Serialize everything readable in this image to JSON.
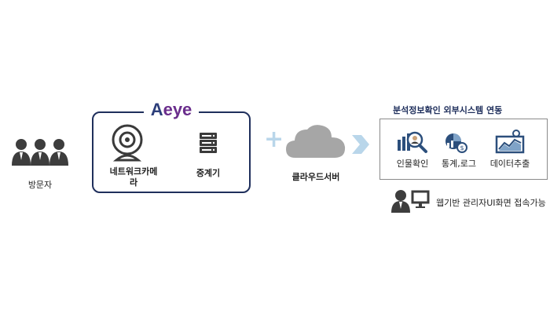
{
  "visitors": {
    "label": "방문자"
  },
  "device_box": {
    "logo_a": "A",
    "logo_text": "eye",
    "camera_label": "네트워크카메라",
    "relay_label": "중계기"
  },
  "plus_symbol": "+",
  "cloud": {
    "label": "클라우드서버"
  },
  "external": {
    "title": "분석정보확인 외부시스템 연동",
    "items": [
      {
        "label": "인물확인",
        "icon": "person-search-icon"
      },
      {
        "label": "통계,로그",
        "icon": "statistics-log-icon"
      },
      {
        "label": "데이터추출",
        "icon": "data-chart-icon"
      }
    ]
  },
  "admin": {
    "label": "웹기반 관리자UI화면 접속가능"
  },
  "colors": {
    "navy": "#1f2f5c",
    "purple": "#6a2d8c",
    "gray_icon": "#3a3a3a",
    "light_blue": "#b9d6ea",
    "cloud_gray": "#a6a6a6"
  }
}
